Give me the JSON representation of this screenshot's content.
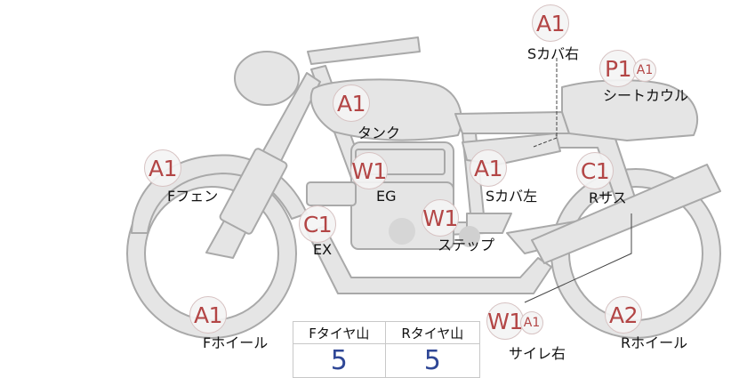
{
  "colors": {
    "part_fill": "#e5e5e5",
    "part_stroke": "#a9a9a9",
    "accent": "#b34646",
    "value": "#2f4796"
  },
  "parts": [
    {
      "id": "s_cover_right",
      "codes": [
        "A1"
      ],
      "label": "Sカバ右"
    },
    {
      "id": "seat_cowl",
      "codes": [
        "P1",
        "A1"
      ],
      "label": "シートカウル"
    },
    {
      "id": "tank",
      "codes": [
        "A1"
      ],
      "label": "タンク"
    },
    {
      "id": "f_fender",
      "codes": [
        "A1"
      ],
      "label": "Fフェン"
    },
    {
      "id": "eg",
      "codes": [
        "W1"
      ],
      "label": "EG"
    },
    {
      "id": "s_cover_left",
      "codes": [
        "A1"
      ],
      "label": "Sカバ左"
    },
    {
      "id": "r_sus",
      "codes": [
        "C1"
      ],
      "label": "Rサス"
    },
    {
      "id": "ex",
      "codes": [
        "C1"
      ],
      "label": "EX"
    },
    {
      "id": "step",
      "codes": [
        "W1"
      ],
      "label": "ステップ"
    },
    {
      "id": "f_wheel",
      "codes": [
        "A1"
      ],
      "label": "Fホイール"
    },
    {
      "id": "silencer_right",
      "codes": [
        "W1",
        "A1"
      ],
      "label": "サイレ右"
    },
    {
      "id": "r_wheel",
      "codes": [
        "A2"
      ],
      "label": "Rホイール"
    }
  ],
  "tire_table": {
    "headers": [
      "Fタイヤ山",
      "Rタイヤ山"
    ],
    "values": [
      "5",
      "5"
    ]
  }
}
